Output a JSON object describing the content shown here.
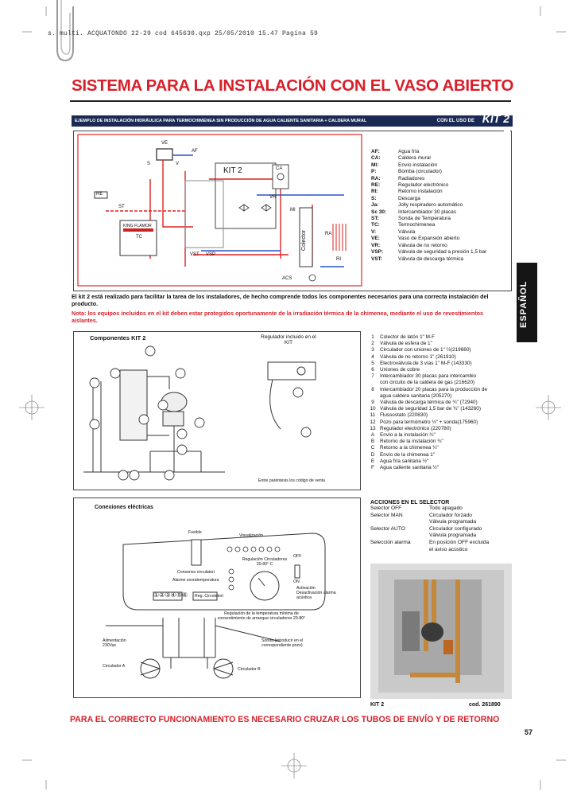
{
  "header": {
    "file_line": "s. multi. ACQUATONDO 22-29 cod 645630.qxp  25/05/2010  15.47  Pagina 59"
  },
  "title": "SISTEMA PARA LA INSTALACIÓN CON EL VASO ABIERTO",
  "banner": {
    "caption": "EJEMPLO DE INSTALACIÓN HIDRÁULICA PARA TERMOCHIMENEA SIN PRODUCCIÓN DE AGUA CALIENTE SANITARIA + CALDERA MURAL",
    "use_prefix": "CON EL USO DE",
    "kit": "KIT 2"
  },
  "diagram1": {
    "labels": {
      "kit2": "KIT 2",
      "ve": "VE",
      "af": "AF",
      "ca": "CA",
      "re": "RE",
      "tc": "TC",
      "mi": "MI",
      "colector": "Colector",
      "ra": "RA",
      "ri": "RI",
      "acs": "ACS",
      "s": "S",
      "v": "V",
      "vr": "VR",
      "vsp": "VSP",
      "vst": "VST",
      "st": "ST",
      "brand": "KING FLAMOR"
    }
  },
  "legend": [
    {
      "k": "AF:",
      "v": "Agua fría"
    },
    {
      "k": "CA:",
      "v": "Caldera mural"
    },
    {
      "k": "MI:",
      "v": "Envío instalación"
    },
    {
      "k": "P:",
      "v": "Bomba (circulador)"
    },
    {
      "k": "RA:",
      "v": "Radiadores"
    },
    {
      "k": "RE:",
      "v": "Regulador electrónico"
    },
    {
      "k": "RI:",
      "v": "Retorno instalación"
    },
    {
      "k": "S:",
      "v": "Descarga"
    },
    {
      "k": "Ja:",
      "v": "Jolly respiradero automático"
    },
    {
      "k": "Sc 30:",
      "v": "Intercambiador 30 placas"
    },
    {
      "k": "ST:",
      "v": "Sonda de Temperatura"
    },
    {
      "k": "TC:",
      "v": "Termochimenea"
    },
    {
      "k": "V:",
      "v": "Válvula"
    },
    {
      "k": "VE:",
      "v": "Vaso de Expansión abierto"
    },
    {
      "k": "VR:",
      "v": "Válvula de no retorno"
    },
    {
      "k": "VSP:",
      "v": "Válvula de seguridad a presión 1,5 bar"
    },
    {
      "k": "VST:",
      "v": "Válvula de descarga térmica"
    }
  ],
  "intro_text": "El kit 2 está realizado para facilitar la tarea de los instaladores, de hecho comprende todos los componentes necesarios para una correcta instalación del producto.",
  "note_text": "Nota: los equipos incluidos en el kit deben estar protegidos oportunamente de la irradiación térmica de la chimenea, mediante el uso de revestimientos aislantes.",
  "components_box": {
    "title": "Componentes KIT 2",
    "regulator_label": "Regulador incluido en el KIT",
    "footnote": "Entre paréntesis los código de venta",
    "markers": [
      "1",
      "2",
      "3",
      "4",
      "5",
      "6",
      "7",
      "8",
      "9",
      "10",
      "12",
      "13",
      "A",
      "B",
      "C",
      "D"
    ]
  },
  "components": [
    {
      "k": "1",
      "v": "Colector de latón 1\" M-F"
    },
    {
      "k": "2",
      "v": "Válvula de esfera de 1\""
    },
    {
      "k": "3",
      "v": "Circulador con uniones de 1\" ½(219660)"
    },
    {
      "k": "4",
      "v": "Válvula de no retorno 1\" (261910)"
    },
    {
      "k": "5",
      "v": "Electroválvula de 3 vías 1\" M-F (143330)"
    },
    {
      "k": "6",
      "v": "Uniones de cobre"
    },
    {
      "k": "7",
      "v": "Intercambiador 30 placas para intercambio"
    },
    {
      "k": "",
      "v": "con circuito de la caldera de gas (216620)"
    },
    {
      "k": "8",
      "v": "Intercambiador 20 placas para la producción de"
    },
    {
      "k": "",
      "v": "agua caldera sanitaria (205270)"
    },
    {
      "k": "9",
      "v": "Válvula de descarga térmica de ¾\" (72940)"
    },
    {
      "k": "10",
      "v": "Válvula de seguridad 1,5 bar de ¾\" (143260)"
    },
    {
      "k": "11",
      "v": "Flussostato (220830)"
    },
    {
      "k": "12",
      "v": "Pozo para termómetro ½\" + sonda(175960)"
    },
    {
      "k": "13",
      "v": "Regulador electrónico (220780)"
    },
    {
      "k": "A",
      "v": "Envío a la instalación ¾\""
    },
    {
      "k": "B",
      "v": "Retorno de la instalación ¾\""
    },
    {
      "k": "C",
      "v": "Retorno a la chimenea ¾\""
    },
    {
      "k": "D",
      "v": "Envío de la chimenea 1\""
    },
    {
      "k": "E",
      "v": "Agua fría sanitaria ½\""
    },
    {
      "k": "F",
      "v": "Agua caliente sanitaria ½\""
    }
  ],
  "electrical": {
    "title": "Conexiones eléctricas",
    "fusible": "Fusible",
    "visualizacion": "Visualización",
    "regulacion": "Regulación Circuladores 20-80° C",
    "off": "OFF",
    "on": "ON",
    "activacion": "Activación Desactivación alarma acústica",
    "consenso": "Consenso circulatori",
    "alarma": "Alarme sovratemperatura",
    "reg_circ": "Reg. Circolatori",
    "terminals": "①②③④⑤⑥",
    "regulacion_temp": "Regulación de la temperatura mínima de consentimiento de arranque circuladores 20-80°",
    "alimentacion": "Alimentación 230Vac",
    "sonda": "Sonda (introducir en el correspondiente pozo)",
    "circ_a": "Circulador A",
    "circ_b": "Circulador B"
  },
  "actions": {
    "title": "ACCIONES EN EL SELECTOR",
    "rows": [
      {
        "k": "Selector OFF",
        "v": "Todo apagado"
      },
      {
        "k": "Selector MAN",
        "v": "Circulador forzado"
      },
      {
        "k": "",
        "v": "Válvula programada"
      },
      {
        "k": "Selector AUTO",
        "v": "Circulador configurado"
      },
      {
        "k": "",
        "v": "Válvula programada"
      },
      {
        "k": "Selección alarma",
        "v": "En posición OFF excluida"
      },
      {
        "k": "",
        "v": "el aviso acústico"
      }
    ]
  },
  "photo": {
    "label": "KIT 2",
    "code": "cod. 261890"
  },
  "bottom_notice": "PARA EL CORRECTO FUNCIONAMIENTO ES NECESARIO CRUZAR LOS TUBOS DE ENVÍO Y DE RETORNO",
  "side_tab": "ESPAÑOL",
  "page_number": "57"
}
